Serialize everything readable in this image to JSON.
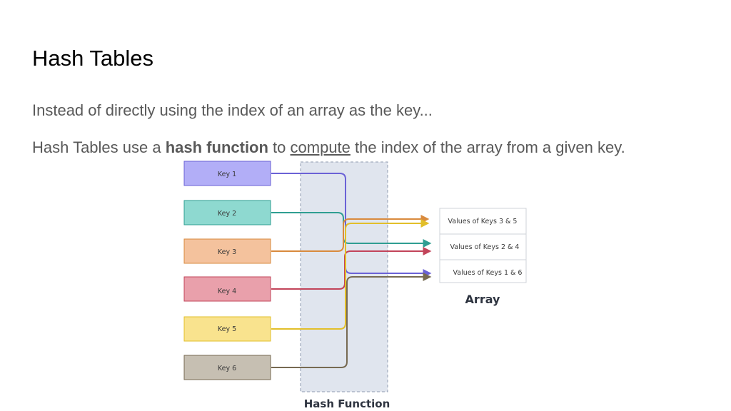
{
  "slide": {
    "title": "Hash Tables",
    "line1": "Instead of directly using the index of an array as the key...",
    "line2": {
      "pre": "Hash Tables use a ",
      "bold": "hash function",
      "mid": " to ",
      "underlined": "compute",
      "post": " the index of the array from a given key."
    }
  },
  "diagram": {
    "keys": [
      {
        "label": "Key 1",
        "color": "#b2aef7",
        "stroke": "#6b62d6"
      },
      {
        "label": "Key 2",
        "color": "#8ed9d0",
        "stroke": "#2f9e92"
      },
      {
        "label": "Key 3",
        "color": "#f4c29d",
        "stroke": "#d98a3d"
      },
      {
        "label": "Key 4",
        "color": "#e9a0ab",
        "stroke": "#c2445a"
      },
      {
        "label": "Key 5",
        "color": "#f9e38e",
        "stroke": "#e2bf2a"
      },
      {
        "label": "Key 6",
        "color": "#c6bfb2",
        "stroke": "#776a52"
      }
    ],
    "array_cells": [
      "Values of Keys 3 & 5",
      "Values of Keys 2 & 4",
      "Values of Keys 1 & 6"
    ],
    "array_caption": "Array",
    "hash_caption": "Hash Function"
  }
}
